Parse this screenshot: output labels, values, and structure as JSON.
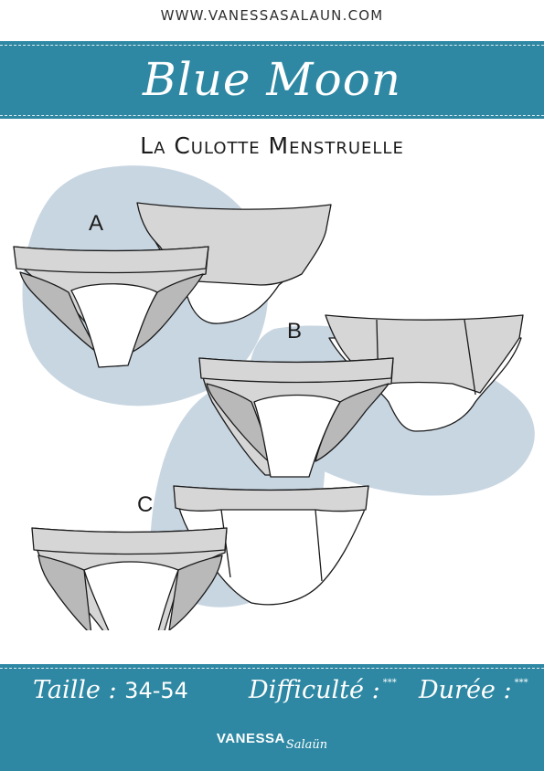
{
  "header": {
    "url": "WWW.VANESSASALAUN.COM"
  },
  "title": "Blue Moon",
  "subtitle": "La Culotte Menstruelle",
  "variants": [
    {
      "label": "A"
    },
    {
      "label": "B"
    },
    {
      "label": "C"
    }
  ],
  "specs": {
    "size_label": "Taille :",
    "size_value": "34-54",
    "difficulty_label": "Difficulté :",
    "difficulty_stars": "***",
    "duration_label": "Durée :",
    "duration_stars": "***"
  },
  "brand": {
    "name": "VANESSA",
    "surname": "Salaün"
  },
  "colors": {
    "band": "#2e88a3",
    "blob": "#c8d6e2",
    "fabric_light": "#d6d6d6",
    "fabric_dark": "#b9b9b9",
    "lining": "#ffffff"
  }
}
